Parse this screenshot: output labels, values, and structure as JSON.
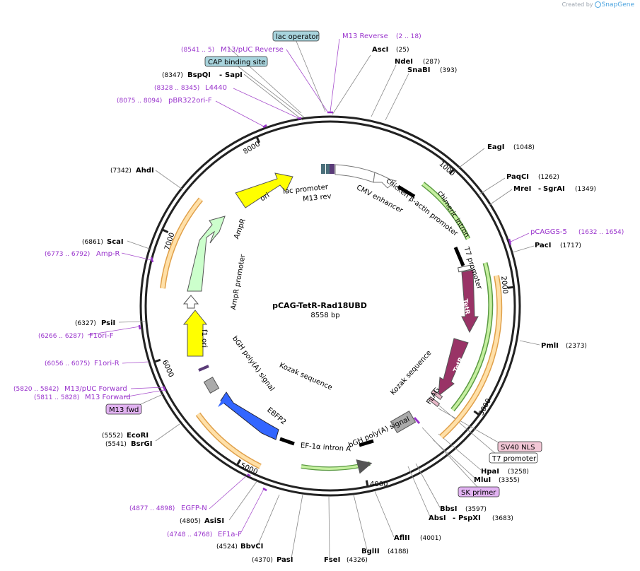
{
  "plasmid": {
    "name": "pCAG-TetR-Rad18UBD",
    "size": "8558 bp"
  },
  "credit": {
    "prefix": "Created by",
    "brand": "SnapGene"
  },
  "ticks": [
    "1000",
    "2000",
    "3000",
    "4000",
    "5000",
    "6000",
    "7000",
    "8000"
  ],
  "colors": {
    "primer": "#9933cc",
    "feature_green": "#4fa83a",
    "feature_orange": "#e8922b",
    "ori": "#ffff00",
    "ampr": "#ccffcc",
    "tetr": "#993366",
    "ebfp2": "#3366ff",
    "polya": "#aaaaaa",
    "box_teal": "#a8d4dd",
    "box_pink": "#f2c7d6",
    "box_purple": "#e2b3f2"
  },
  "sites": [
    {
      "name": "AscI",
      "pos": "(25)"
    },
    {
      "name": "NdeI",
      "pos": "(287)"
    },
    {
      "name": "SnaBI",
      "pos": "(393)"
    },
    {
      "name": "EagI",
      "pos": "(1048)"
    },
    {
      "name": "PaqCI",
      "pos": "(1262)"
    },
    {
      "name": "MreI",
      "name2": "SgrAI",
      "pos": "(1349)"
    },
    {
      "name": "PacI",
      "pos": "(1717)"
    },
    {
      "name": "PmlI",
      "pos": "(2373)"
    },
    {
      "name": "HpaI",
      "pos": "(3258)"
    },
    {
      "name": "MluI",
      "pos": "(3355)"
    },
    {
      "name": "BbsI",
      "pos": "(3597)"
    },
    {
      "name": "AbsI",
      "name2": "PspXI",
      "pos": "(3683)"
    },
    {
      "name": "AflII",
      "pos": "(4001)"
    },
    {
      "name": "BglII",
      "pos": "(4188)"
    },
    {
      "name": "FseI",
      "pos": "(4326)"
    },
    {
      "name": "PasI",
      "pos": "(4370)"
    },
    {
      "name": "BbvCI",
      "pos": "(4524)"
    },
    {
      "name": "AsiSI",
      "pos": "(4805)"
    },
    {
      "name": "EcoRI",
      "pos": "(5552)"
    },
    {
      "name": "BsrGI",
      "pos": "(5541)"
    },
    {
      "name": "PsiI",
      "pos": "(6327)"
    },
    {
      "name": "ScaI",
      "pos": "(6861)"
    },
    {
      "name": "AhdI",
      "pos": "(7342)"
    },
    {
      "name": "BspQI",
      "name2": "SapI",
      "pos": "(8347)"
    }
  ],
  "primers": [
    {
      "name": "M13 Reverse",
      "pos": "(2 .. 18)"
    },
    {
      "name": "M13/pUC Reverse",
      "pos": "(8541 .. 5)"
    },
    {
      "name": "L4440",
      "pos": "(8328 .. 8345)"
    },
    {
      "name": "pBR322ori-F",
      "pos": "(8075 .. 8094)"
    },
    {
      "name": "pCAGGS-5",
      "pos": "(1632 .. 1654)"
    },
    {
      "name": "Amp-R",
      "pos": "(6773 .. 6792)"
    },
    {
      "name": "F1ori-F",
      "pos": "(6266 .. 6287)"
    },
    {
      "name": "F1ori-R",
      "pos": "(6056 .. 6075)"
    },
    {
      "name": "M13/pUC Forward",
      "pos": "(5820 .. 5842)"
    },
    {
      "name": "M13 Forward",
      "pos": "(5811 .. 5828)"
    },
    {
      "name": "EGFP-N",
      "pos": "(4877 .. 4898)"
    },
    {
      "name": "EF1a-F",
      "pos": "(4748 .. 4768)"
    }
  ],
  "boxes": [
    {
      "name": "lac operator"
    },
    {
      "name": "CAP binding site"
    },
    {
      "name": "SV40 NLS"
    },
    {
      "name": "T7 promoter"
    },
    {
      "name": "SK primer"
    },
    {
      "name": "M13 fwd"
    }
  ],
  "features": [
    {
      "name": "lac promoter"
    },
    {
      "name": "M13 rev"
    },
    {
      "name": "CMV enhancer"
    },
    {
      "name": "chicken β-actin promoter"
    },
    {
      "name": "chimeric intron"
    },
    {
      "name": "T7 promoter"
    },
    {
      "name": "TetR"
    },
    {
      "name": "TetR"
    },
    {
      "name": "Kozak sequence"
    },
    {
      "name": "FLAG"
    },
    {
      "name": "bGH poly(A) signal"
    },
    {
      "name": "EF-1α intron A"
    },
    {
      "name": "EBFP2"
    },
    {
      "name": "Kozak sequence"
    },
    {
      "name": "bGH poly(A) signal"
    },
    {
      "name": "f1 ori"
    },
    {
      "name": "AmpR promoter"
    },
    {
      "name": "AmpR"
    },
    {
      "name": "ori"
    }
  ]
}
